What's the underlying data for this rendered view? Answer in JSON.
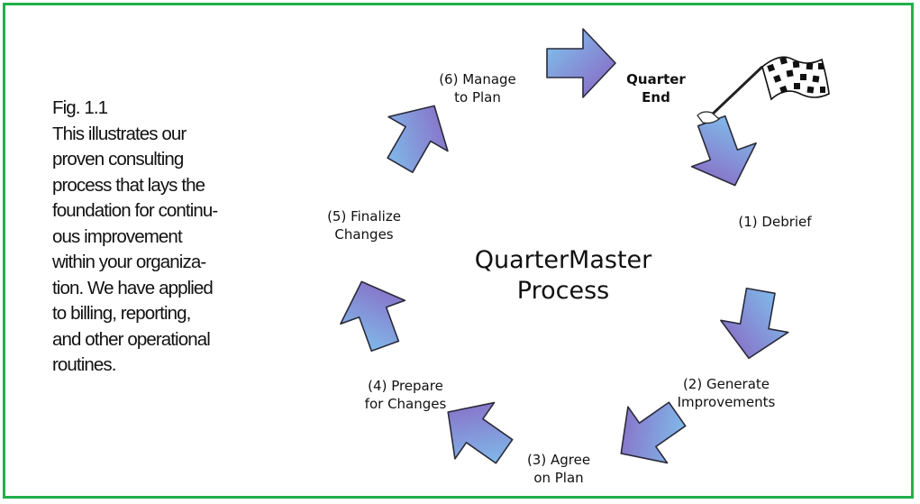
{
  "colors": {
    "border": "#22b04b",
    "arrow_light": "#7ec8f0",
    "arrow_dark": "#8a5fbf",
    "arrow_stroke": "#2a2a3a"
  },
  "caption": {
    "lines": [
      "Fig. 1.1",
      "This illustrates our",
      "proven consulting",
      "process that lays the",
      "foundation for continu-",
      "ous improvement",
      "within your organiza-",
      "tion. We have applied",
      "to billing, reporting,",
      "and other operational",
      "routines."
    ]
  },
  "diagram": {
    "title_lines": [
      "QuarterMaster",
      "Process"
    ],
    "icons": {
      "flag": "checkered-flag-icon",
      "arrows": "curved-arrow-icon"
    },
    "steps": [
      {
        "lines": [
          "Quarter",
          "End"
        ],
        "bold": true
      },
      {
        "lines": [
          "(1) Debrief"
        ]
      },
      {
        "lines": [
          "(2) Generate",
          "Improvements"
        ]
      },
      {
        "lines": [
          "(3) Agree",
          "on Plan"
        ]
      },
      {
        "lines": [
          "(4) Prepare",
          "for Changes"
        ]
      },
      {
        "lines": [
          "(5) Finalize",
          "Changes"
        ]
      },
      {
        "lines": [
          "(6) Manage",
          "to Plan"
        ]
      }
    ]
  }
}
